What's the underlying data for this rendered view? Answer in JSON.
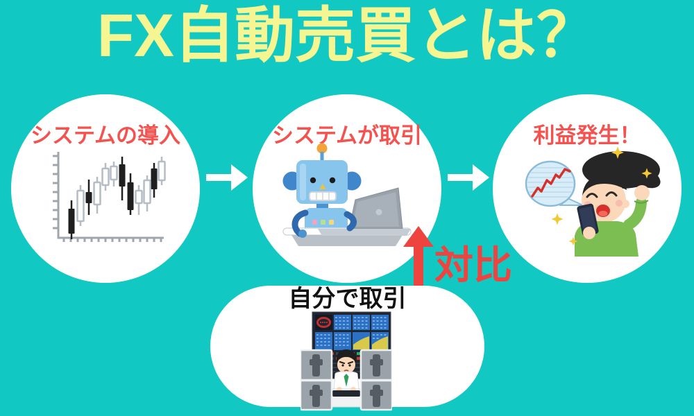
{
  "title": "FX自動売買とは？",
  "palette": {
    "background": "#12c8c2",
    "title_yellow": "#f5f692",
    "step_label_red": "#f4524e",
    "compare_red": "#ee4440",
    "circle_white": "#ffffff",
    "manual_label_black": "#111111"
  },
  "flow": {
    "steps": [
      {
        "label": "システムの導入",
        "icon": "candlestick-chart-icon"
      },
      {
        "label": "システムが取引",
        "icon": "robot-trading-laptop-icon"
      },
      {
        "label": "利益発生！",
        "icon": "happy-man-smartphone-profit-icon"
      }
    ],
    "connector_icon": "right-arrow-icon"
  },
  "comparison": {
    "label": "対比",
    "arrow_icon": "double-vertical-arrow-icon",
    "manual": {
      "label": "自分で取引",
      "icon": "trader-multiple-monitors-icon"
    }
  }
}
